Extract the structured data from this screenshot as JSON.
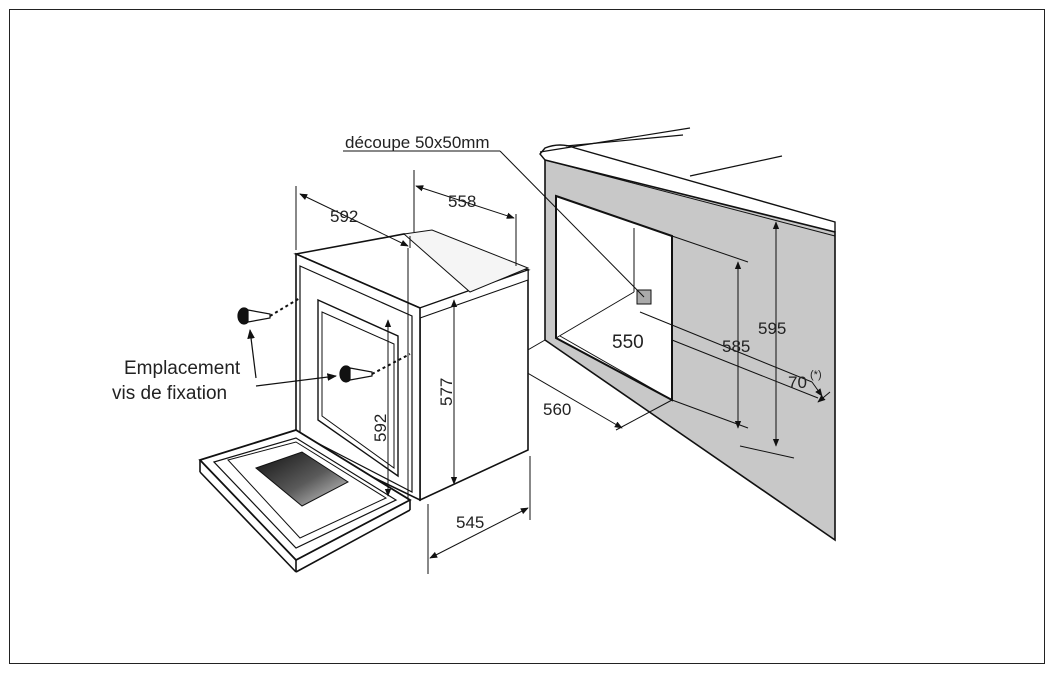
{
  "diagram": {
    "labels": {
      "cutout": "découpe 50x50mm",
      "screw_line1": "Emplacement",
      "screw_line2": "vis de fixation"
    },
    "dimensions": {
      "oven_width": "592",
      "oven_depth_top": "558",
      "oven_height_side": "577",
      "oven_inner_height": "592",
      "oven_depth_bottom": "545",
      "niche_depth": "560",
      "niche_width": "550",
      "niche_height": "585",
      "cabinet_height": "595",
      "clearance": "70",
      "clearance_note": "(*)"
    },
    "colors": {
      "cabinet_fill": "#c8c8c8",
      "window_gradient_dark": "#1a1a1a",
      "window_gradient_light": "#d0d0d0",
      "line": "#111111"
    }
  }
}
